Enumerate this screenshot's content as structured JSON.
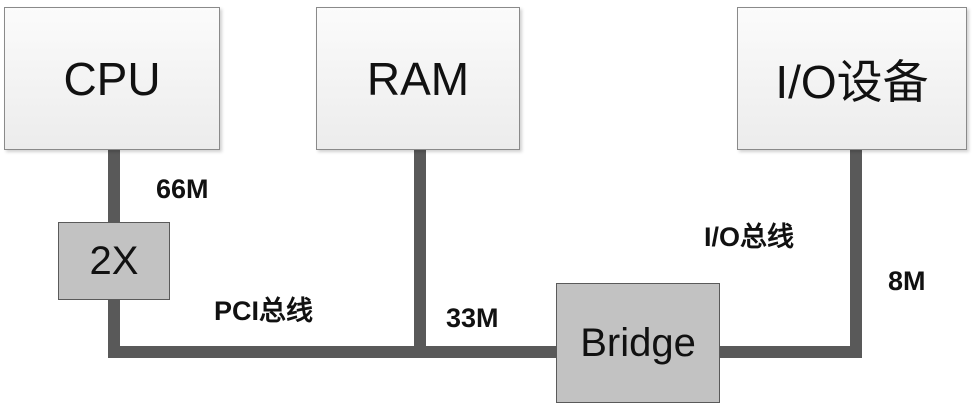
{
  "components": {
    "cpu": "CPU",
    "ram": "RAM",
    "io_device": "I/O设备",
    "multiplier": "2X",
    "bridge": "Bridge"
  },
  "labels": {
    "cpu_speed": "66M",
    "pci_bus": "PCI总线",
    "pci_speed": "33M",
    "io_bus": "I/O总线",
    "io_speed": "8M"
  },
  "colors": {
    "line": "#595959",
    "box_fill_light": "#f2f2f2",
    "box_fill_dark": "#c2c2c2"
  }
}
